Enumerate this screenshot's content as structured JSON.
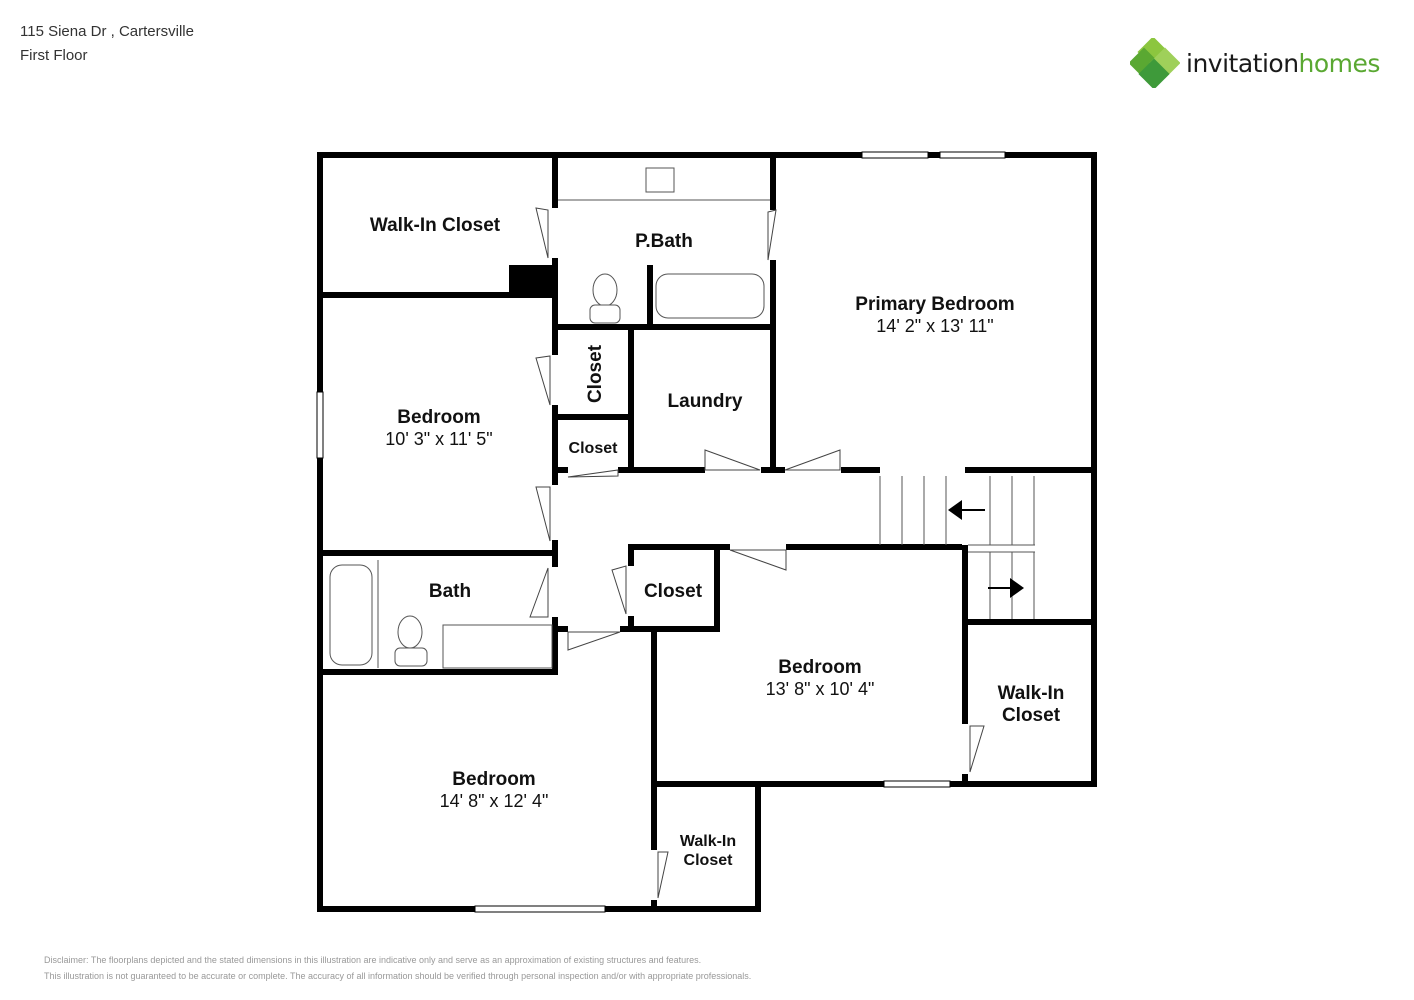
{
  "header": {
    "address": "115 Siena Dr , Cartersville",
    "floor": "First Floor"
  },
  "logo": {
    "part1": "invitation",
    "part2": "homes",
    "color_dark": "#1a1a1a",
    "color_green": "#5aa832"
  },
  "rooms": {
    "walk_in_closet_1": "Walk-In Closet",
    "pbath": "P.Bath",
    "primary_bedroom": {
      "name": "Primary Bedroom",
      "dims": "14' 2\" x 13' 11\""
    },
    "closet_1": "Closet",
    "closet_2": "Closet",
    "laundry": "Laundry",
    "bedroom_1": {
      "name": "Bedroom",
      "dims": "10' 3\" x 11' 5\""
    },
    "bath": "Bath",
    "closet_3": "Closet",
    "bedroom_2": {
      "name": "Bedroom",
      "dims": "13' 8\" x 10' 4\""
    },
    "walk_in_closet_2": {
      "line1": "Walk-In",
      "line2": "Closet"
    },
    "bedroom_3": {
      "name": "Bedroom",
      "dims": "14' 8\" x 12' 4\""
    },
    "walk_in_closet_3": {
      "line1": "Walk-In",
      "line2": "Closet"
    }
  },
  "disclaimer": {
    "line1": "Disclaimer: The floorplans depicted and the stated dimensions in this illustration are indicative only and serve as an approximation of existing structures and features.",
    "line2": "This illustration is not guaranteed to be accurate or complete. The accuracy of all information should be verified through personal inspection and/or with appropriate professionals."
  }
}
